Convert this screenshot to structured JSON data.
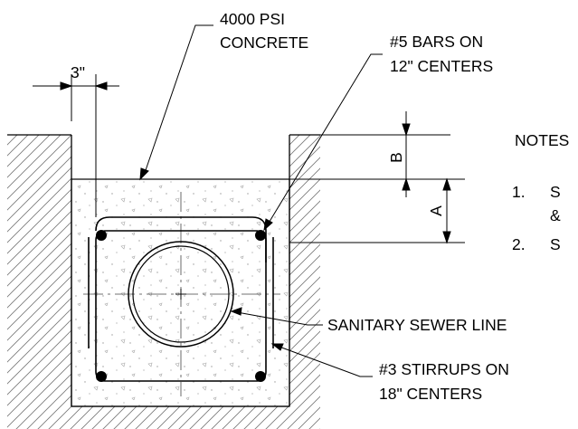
{
  "labels": {
    "concrete_line1": "4000 PSI",
    "concrete_line2": "CONCRETE",
    "bars_line1": "#5 BARS ON",
    "bars_line2": "12\" CENTERS",
    "cover_dim": "3\"",
    "notes_heading": "NOTES",
    "note1_number": "1.",
    "note1_text_line1": "S",
    "note1_text_line2": "&",
    "note2_number": "2.",
    "note2_text": "S",
    "dim_b": "B",
    "dim_a": "A",
    "sewer": "SANITARY SEWER LINE",
    "stirrups_line1": "#3 STIRRUPS ON",
    "stirrups_line2": "18\" CENTERS"
  }
}
